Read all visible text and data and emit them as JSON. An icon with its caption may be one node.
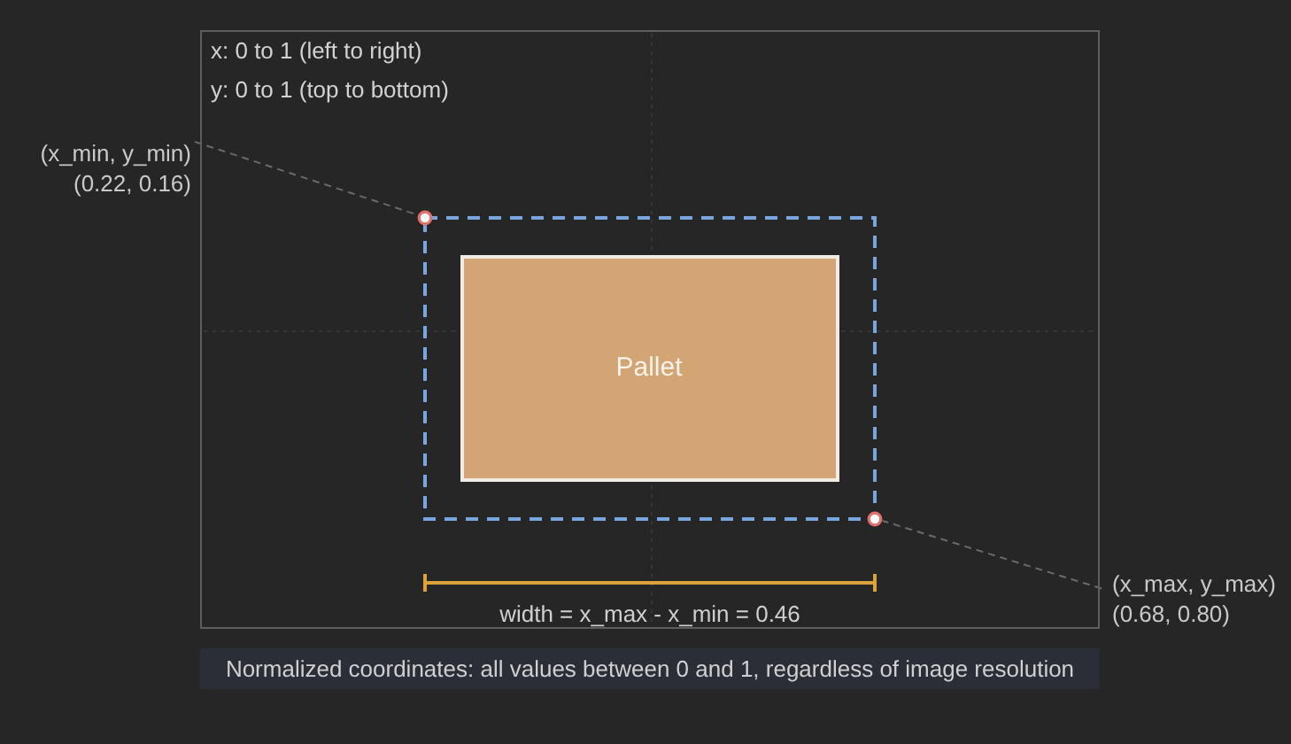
{
  "diagram": {
    "caption": "Normalized coordinates: all values between 0 and 1, regardless of image resolution",
    "nodes": [
      {
        "text": [
          "x: 0 to 1 (left to right)",
          "y: 0 to 1 (top to bottom)"
        ]
      },
      {
        "text": [
          "(x_min, y_min)",
          "(0.22, 0.16)"
        ]
      },
      {
        "text": [],
        "shape": "circle",
        "in": 0
      },
      {
        "text": [],
        "shape": "box",
        "in": 0
      },
      {
        "text": [
          "Pallet"
        ],
        "in": 3
      },
      {
        "text": [],
        "shape": "circle",
        "in": 0
      },
      {
        "text": [
          "(x_max, y_max)",
          "(0.68, 0.80)"
        ]
      }
    ],
    "edges": [
      {
        "from": 1,
        "to": 2,
        "arrow": "none",
        "style": "dashed"
      },
      {
        "from": 6,
        "to": 5,
        "arrow": "none",
        "style": "dashed"
      }
    ],
    "labels": [
      "width = x_max - x_min = 0.46"
    ]
  }
}
